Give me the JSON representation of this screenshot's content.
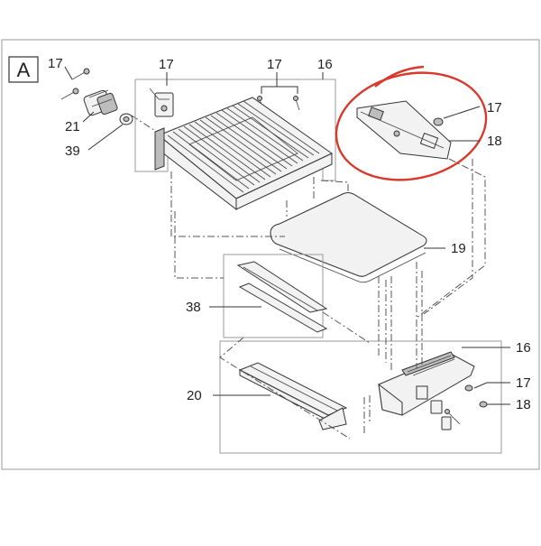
{
  "panel": {
    "letter": "A"
  },
  "colors": {
    "line": "#333333",
    "highlight": "#d9392b",
    "group_box": "#9a9a9a"
  },
  "callouts": {
    "c17_top_left": "17",
    "c21": "21",
    "c39": "39",
    "c17_top_a": "17",
    "c17_top_b": "17",
    "c16_top": "16",
    "c17_right": "17",
    "c18_right": "18",
    "c19": "19",
    "c38": "38",
    "c16_bottom": "16",
    "c17_bottom": "17",
    "c18_bottom": "18",
    "c20": "20"
  }
}
